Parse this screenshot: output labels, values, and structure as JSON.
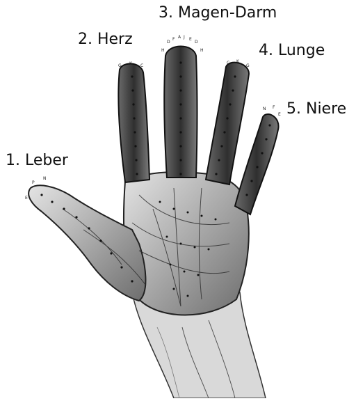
{
  "labels": {
    "leber": "1. Leber",
    "herz": "2. Herz",
    "magen_darm": "3. Magen-Darm",
    "lunge": "4. Lunge",
    "niere": "5. Niere"
  },
  "point_letters": {
    "thumb": [
      "P",
      "N",
      "E"
    ],
    "index": [
      "G",
      "K",
      "C"
    ],
    "middle": [
      "D",
      "F",
      "A",
      "J",
      "E",
      "D",
      "H",
      "H"
    ],
    "ring": [
      "C",
      "K",
      "G"
    ],
    "little": [
      "N",
      "F",
      "E"
    ]
  },
  "colors": {
    "ink": "#1a1a1a",
    "skin_light": "#cfcfcf",
    "skin_dark": "#5a5a5a",
    "background": "#ffffff"
  }
}
